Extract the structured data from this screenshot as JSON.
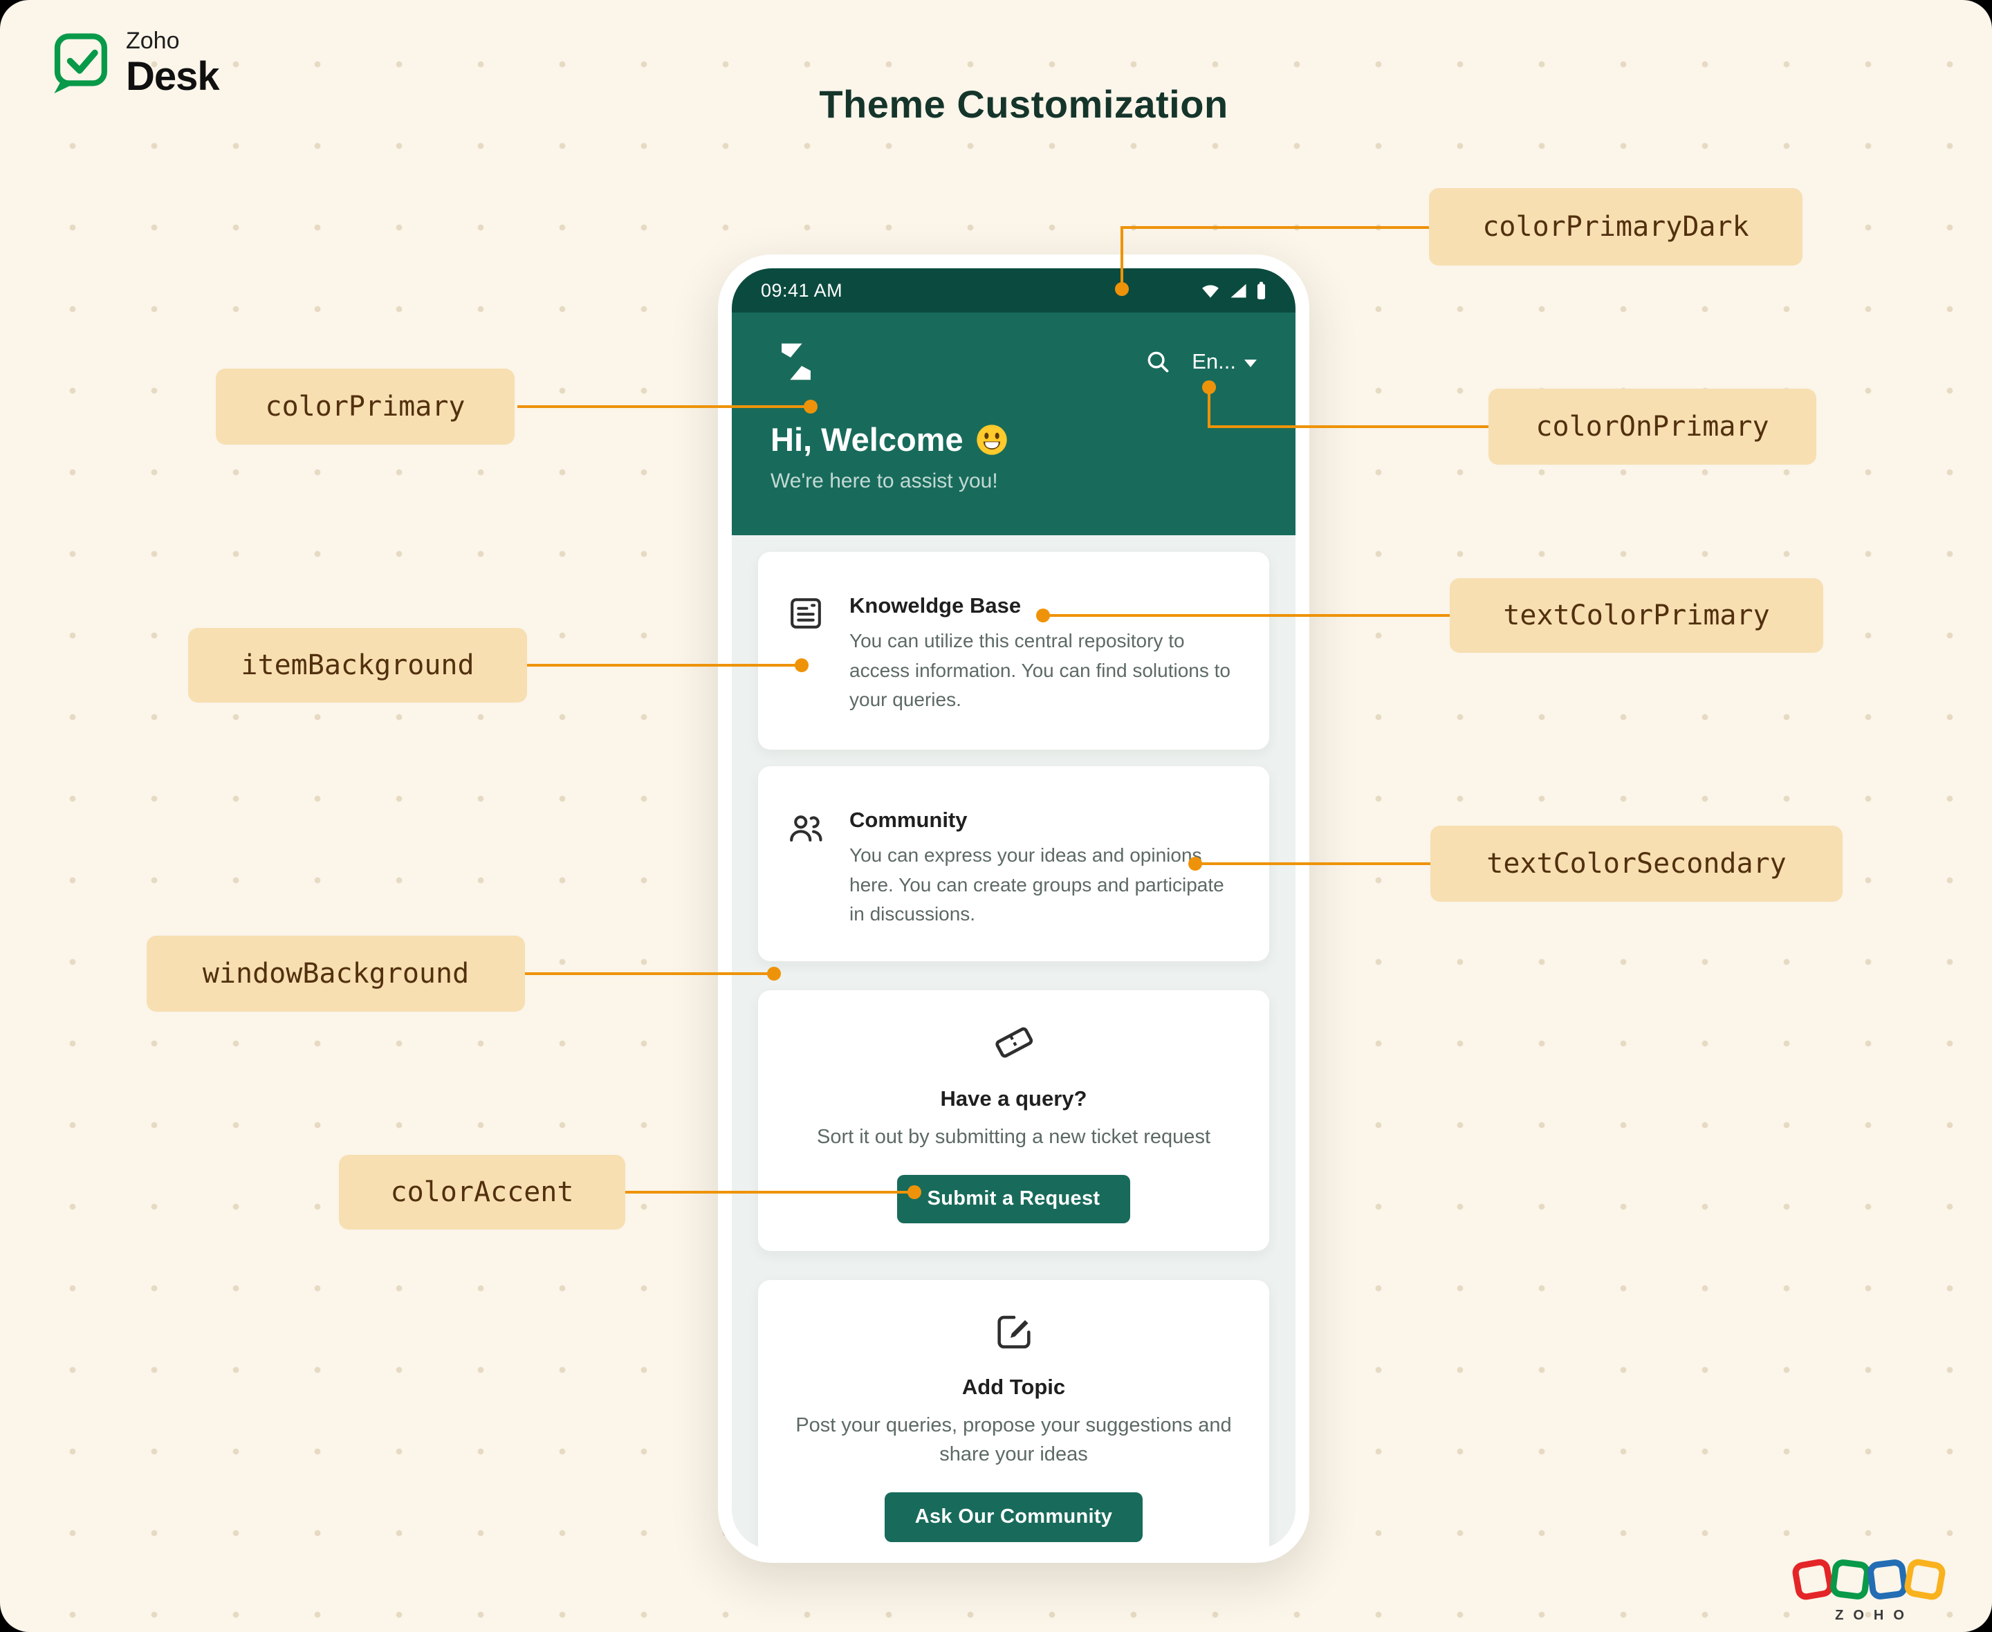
{
  "page": {
    "title": "Theme Customization"
  },
  "brand": {
    "name_top": "Zoho",
    "name_bottom": "Desk"
  },
  "phone": {
    "status_bar": {
      "time": "09:41 AM"
    },
    "header": {
      "language": "En...",
      "greeting": "Hi, Welcome",
      "emoji_icon": "grinning-face",
      "tagline": "We're here to assist you!"
    },
    "cards": {
      "knowledge": {
        "title": "Knoweldge Base",
        "body": "You can utilize this central repository to access information. You can find solutions to your queries."
      },
      "community": {
        "title": "Community",
        "body": "You can express your ideas and opinions here. You can create groups and participate in discussions."
      },
      "query": {
        "title": "Have a query?",
        "subtitle": "Sort it out by submitting a new ticket request",
        "button": "Submit a Request"
      },
      "topic": {
        "title": "Add Topic",
        "subtitle": "Post your queries, propose your suggestions and share your ideas",
        "button": "Ask Our Community"
      }
    }
  },
  "callouts": {
    "color_primary_dark": "colorPrimaryDark",
    "color_primary": "colorPrimary",
    "color_on_primary": "colorOnPrimary",
    "text_color_primary": "textColorPrimary",
    "item_background": "itemBackground",
    "text_color_secondary": "textColorSecondary",
    "window_background": "windowBackground",
    "color_accent": "colorAccent"
  },
  "colors": {
    "primary": "#186B5B",
    "primary_dark": "#0B4B3F",
    "accent": "#186B5B",
    "window_background": "#EDF1EF",
    "item_background": "#FFFFFF",
    "callout_background": "#F7DFB2",
    "callout_text": "#52300E",
    "connector": "#EE9309",
    "canvas_background": "#FBF5EA"
  },
  "footer": {
    "wordmark": "ZOHO"
  }
}
